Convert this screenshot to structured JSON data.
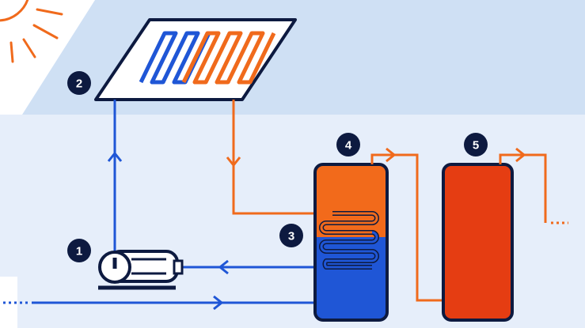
{
  "colors": {
    "sky": "#ffffff",
    "roof": "#cfe0f4",
    "wall": "#e6eefa",
    "outline": "#0d1a40",
    "cold": "#1f56d6",
    "hot": "#f06a1c",
    "tank_hot": "#f26a1b",
    "tank_cold": "#1f56d6",
    "boiler": "#e53d12",
    "sun": "#f06a1c"
  },
  "icons": {
    "sun": "sun-icon",
    "collector": "solar-collector-icon",
    "pump": "pump-icon",
    "storage_tank": "storage-tank-icon",
    "heat_exchanger": "heat-exchanger-coil-icon",
    "boiler": "boiler-icon"
  },
  "callouts": {
    "pump": "1",
    "collector": "2",
    "heat_exchanger": "3",
    "storage_tank": "4",
    "boiler": "5"
  }
}
